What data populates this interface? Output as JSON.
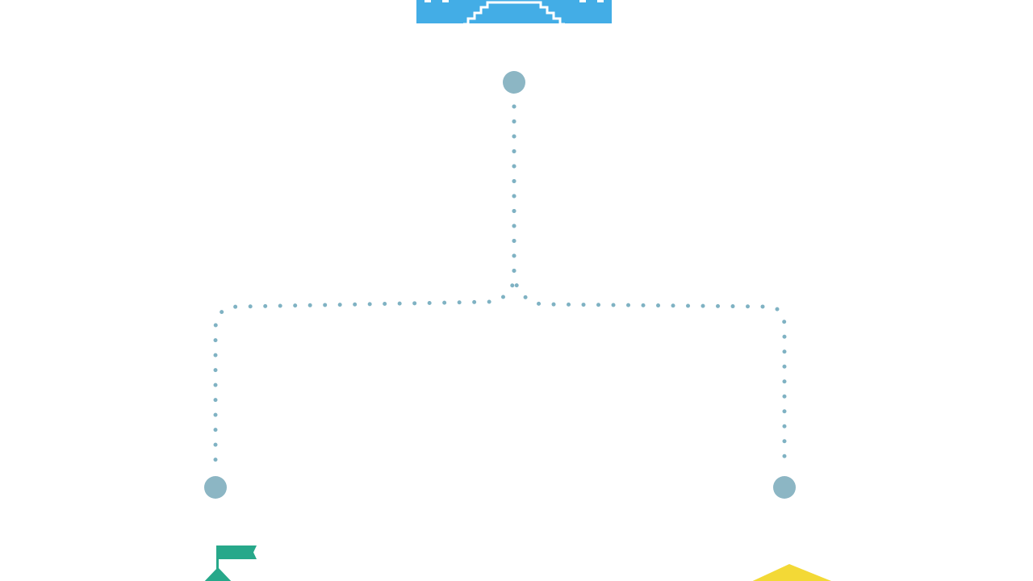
{
  "diagram": {
    "type": "hierarchy-tree",
    "colors": {
      "connector": "#7fb2c3",
      "node": "#8cb6c4",
      "castle": "#43ade6",
      "flag": "#27a88a",
      "tent": "#f3d936"
    },
    "nodes": [
      {
        "id": "root",
        "icon": "castle-icon"
      },
      {
        "id": "left-child",
        "icon": "flag-icon"
      },
      {
        "id": "right-child",
        "icon": "tent-icon"
      }
    ],
    "edges": [
      {
        "from": "root",
        "to": "left-child"
      },
      {
        "from": "root",
        "to": "right-child"
      }
    ]
  }
}
